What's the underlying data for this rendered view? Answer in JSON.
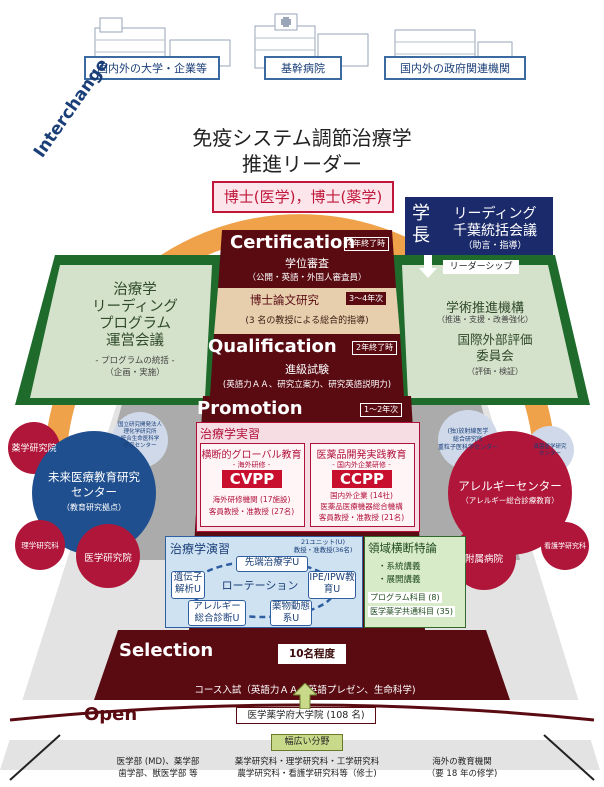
{
  "top_boxes": [
    "国内外の大学・企業等",
    "基幹病院",
    "国内外の政府関連機関"
  ],
  "interchange": "Interchange",
  "main_title": [
    "免疫システム調節治療学",
    "推進リーダー"
  ],
  "degree": "博士(医学)，博士(薬学)",
  "leading": {
    "gakucho": "学長",
    "council_title": [
      "リーディング",
      "千葉統括会議"
    ],
    "council_sub": "（助言・指導）",
    "leadership": "リーダーシップ"
  },
  "left_council": {
    "title": [
      "治療学",
      "リーディング",
      "プログラム",
      "運営会議"
    ],
    "sub": [
      "- プログラムの統括 -",
      "（企画・実施）"
    ]
  },
  "right_org": {
    "title": "学術推進機構",
    "sub": "（推進・支援・改善強化）",
    "eval_title": [
      "国際外部評価",
      "委員会"
    ],
    "eval_sub": "（評価・検証）"
  },
  "certification": {
    "label": "Certification",
    "tag": "4年終了時",
    "title": "学位審査",
    "sub": "（公開・英語・外国人審査員）"
  },
  "thesis": {
    "title": "博士論文研究",
    "tag": "3〜4年次",
    "sub": "(3 名の教授による総合的指導)"
  },
  "qualification": {
    "label": "Qualification",
    "tag": "2年終了時",
    "title": "進級試験",
    "sub": "(英語力ＡＡ、研究立案力、研究英語説明力)"
  },
  "promotion": {
    "label": "Promotion",
    "tag": "1〜2年次"
  },
  "practice": {
    "title": "治療学実習",
    "cvpp": {
      "title": "横断的グローバル教育",
      "sub": "- 海外研修 -",
      "name": "CVPP",
      "l1": "海外研修機関 (17施設)",
      "l2": "客員教授・准教授 (27名)"
    },
    "ccpp": {
      "title": "医薬品開発実践教育",
      "sub": "- 国内外企業研修 -",
      "name": "CCPP",
      "l1": "国内外企業 (14社)",
      "l2": "医薬品医療機器総合機構",
      "l3": "客員教授・准教授 (21名)"
    }
  },
  "exercise": {
    "title": "治療学演習",
    "note": [
      "21ユニット(U)",
      "教授・准教授(36名)"
    ],
    "units": [
      "先端治療学U",
      "遺伝子解析U",
      "IPE/IPW教育U",
      "アレルギー総合診断U",
      "薬物動態系U"
    ],
    "rotation": "ローテーション"
  },
  "cross": {
    "title": "領域横断特論",
    "items": [
      "・系統講義",
      "・展開講義"
    ],
    "l1": "プログラム科目 (8)",
    "l2": "医学薬学共通科目 (35)"
  },
  "selection": {
    "label": "Selection",
    "count": "10名程度",
    "exam": "コース入試（英語力ＡＡ、英語プレゼン、生命科学)"
  },
  "open": {
    "label": "Open",
    "school": "医学薬学府大学院 (108 名)",
    "field": "幅広い分野"
  },
  "bottom": {
    "col1": [
      "医学部 (MD)、薬学部",
      "歯学部、獣医学部 等"
    ],
    "col2": [
      "薬学研究科・理学研究科・工学研究科",
      "農学研究科・看護学研究科等（修士)"
    ],
    "col3": [
      "海外の教育機関",
      "（要 18 年の修学)"
    ]
  },
  "gears_left": {
    "pharma": "薬学研究院",
    "riken": [
      "国立研究開発法人",
      "理化学研究所",
      "統合生命医科学",
      "研究センター"
    ],
    "center": [
      "未来医療教育研究",
      "センター"
    ],
    "center_sub": "（教育研究拠点）",
    "science": "理学研究科",
    "med": "医学研究院"
  },
  "gears_right": {
    "nirs": [
      "(独)放射線医学",
      "総合研究所",
      "重粒子医科学センター"
    ],
    "shinkin": [
      "真菌医学研究",
      "センター"
    ],
    "allergy": "アレルギーセンター",
    "allergy_sub": "（アレルギー総合診療教育）",
    "hospital": "附属病院",
    "nursing": "看護学研究科"
  },
  "colors": {
    "orange": "#f0a24a",
    "green": "#1e6b2c",
    "maroon": "#5a0b12",
    "tan": "#e7cfae",
    "pink": "#f6dde3",
    "lightblue": "#cfe2f2",
    "lightgreen": "#d8ebc8",
    "gear_red": "#b0163a",
    "gear_blue": "#1f4f8f",
    "navy": "#1b2a6b"
  }
}
